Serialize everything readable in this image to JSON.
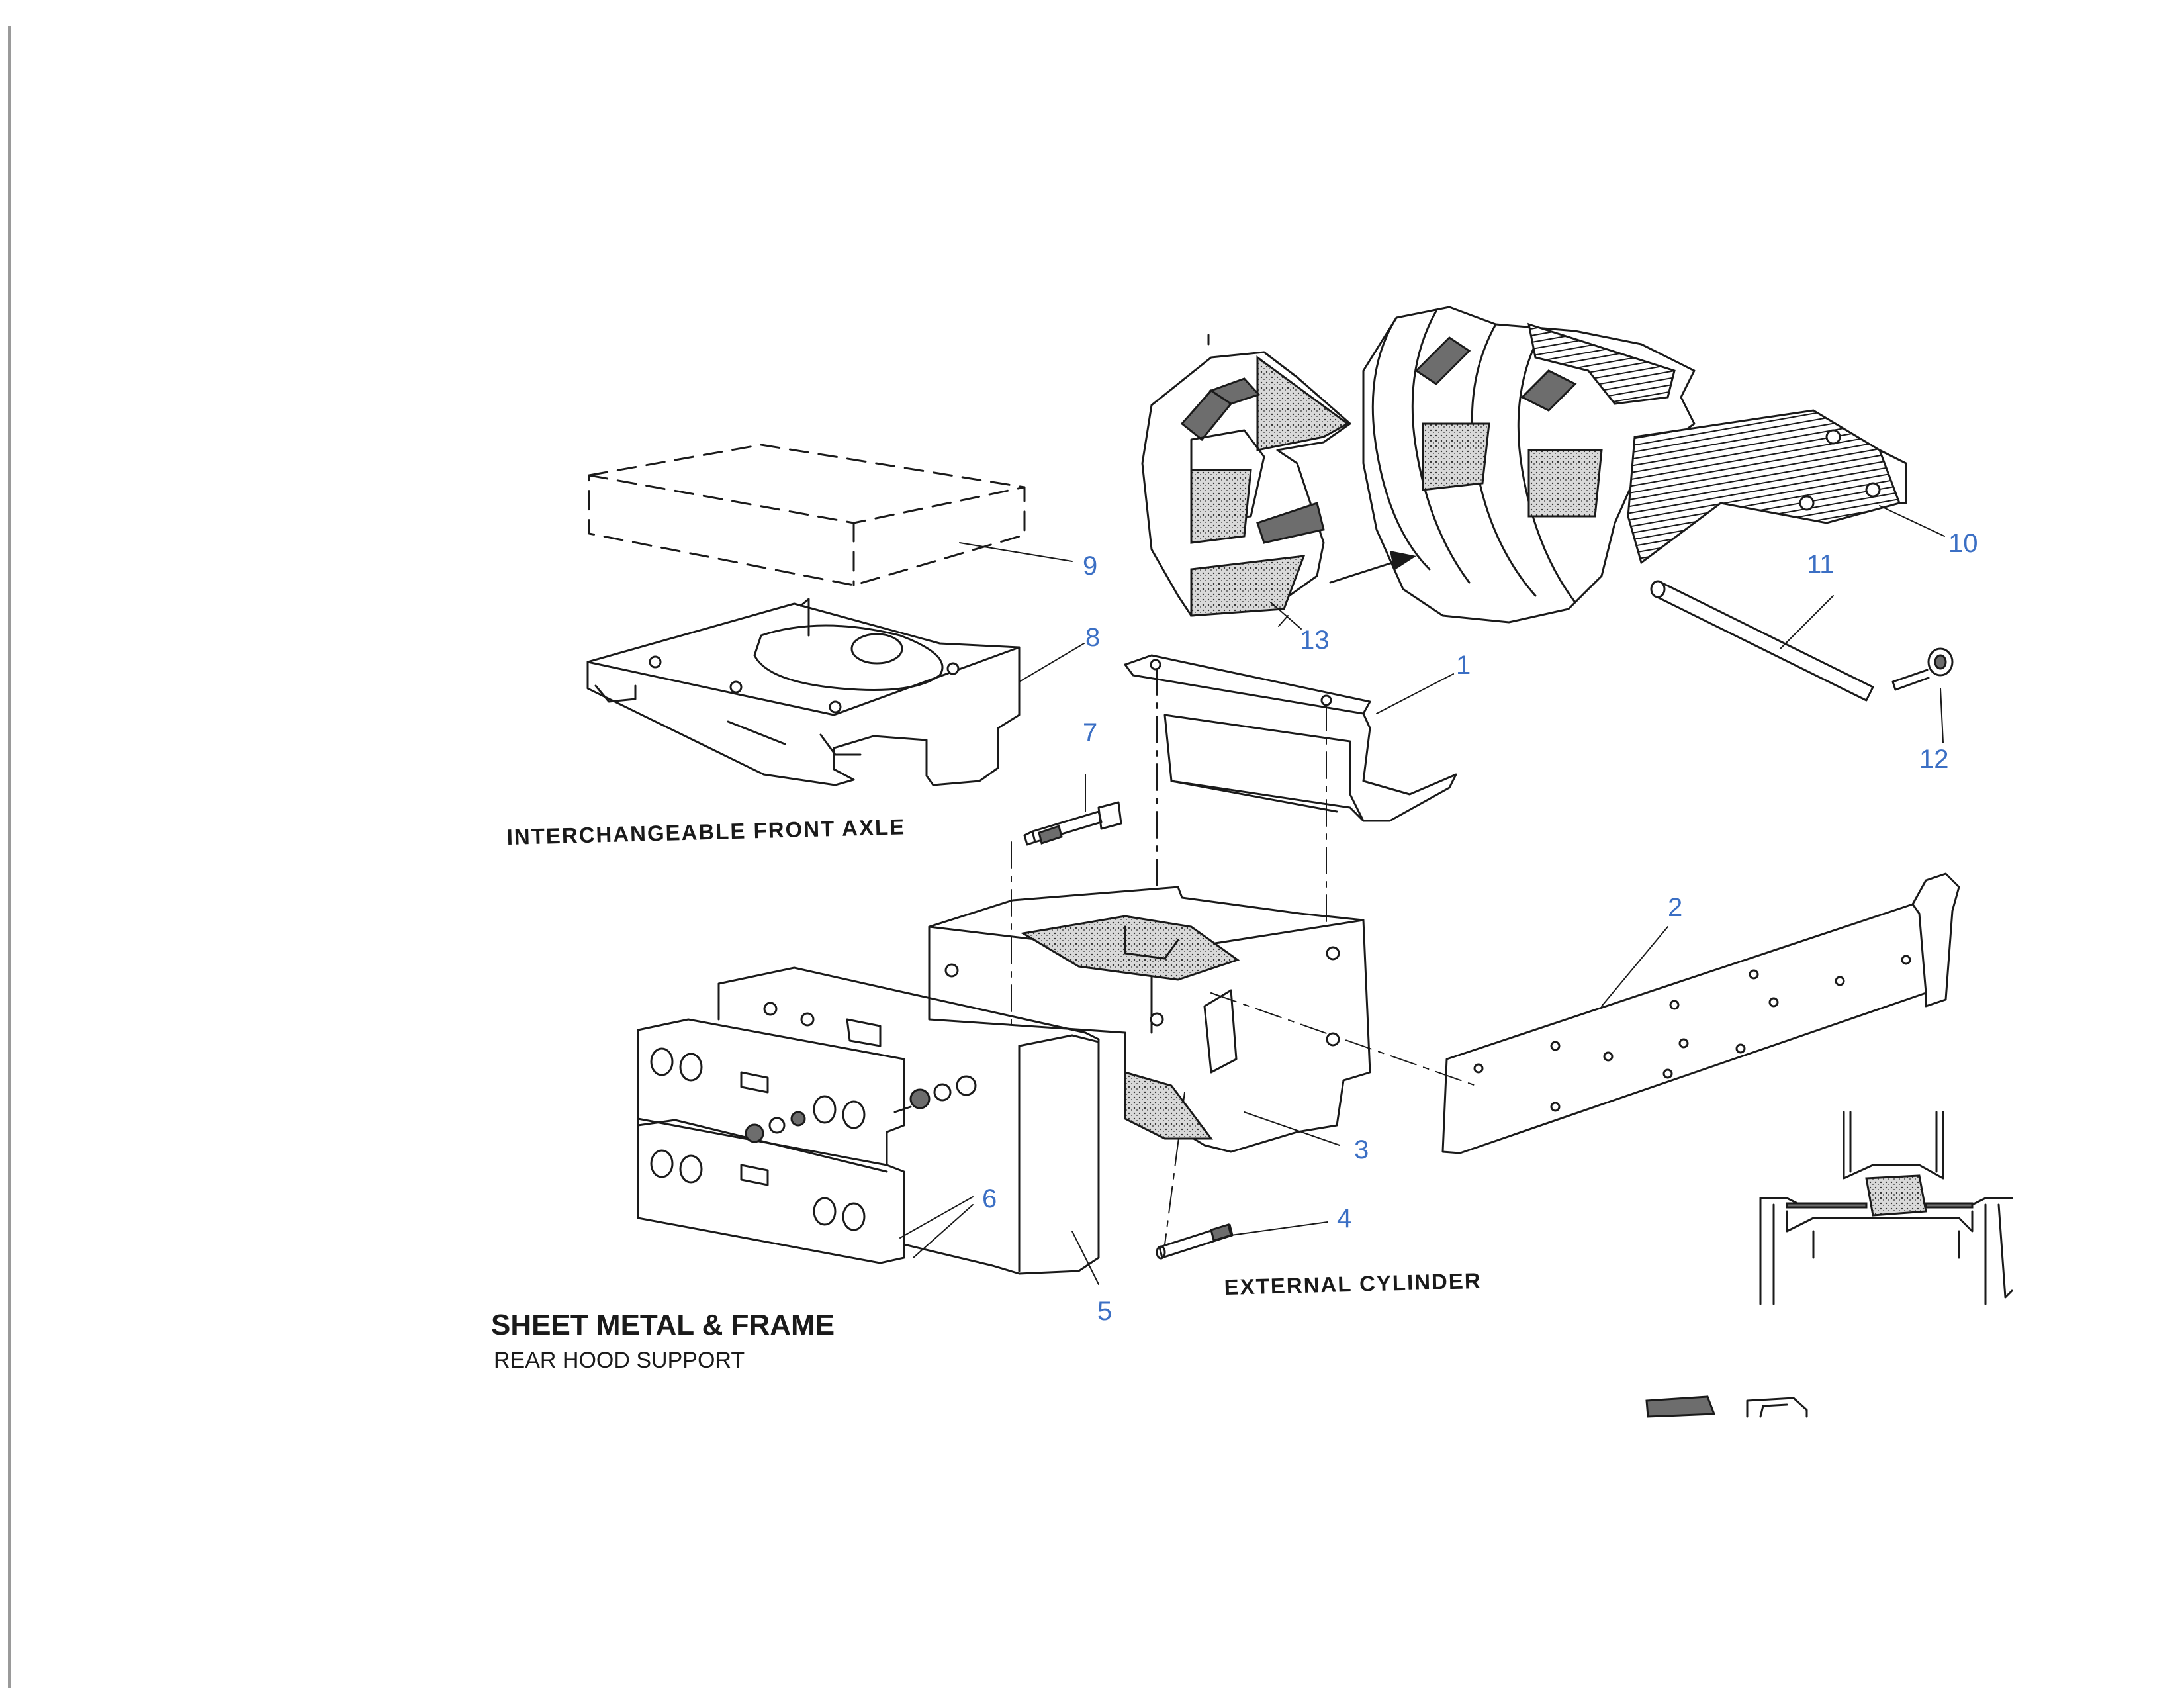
{
  "captions": {
    "front_axle": "INTERCHANGEABLE FRONT AXLE",
    "external_cylinder": "EXTERNAL CYLINDER",
    "title": "SHEET METAL & FRAME",
    "subtitle": "REAR HOOD SUPPORT"
  },
  "callouts": [
    "1",
    "2",
    "3",
    "4",
    "5",
    "6",
    "7",
    "8",
    "9",
    "10",
    "11",
    "12",
    "13"
  ],
  "colors": {
    "callout": "#3b6fc4",
    "linework": "#1a1a1a"
  }
}
